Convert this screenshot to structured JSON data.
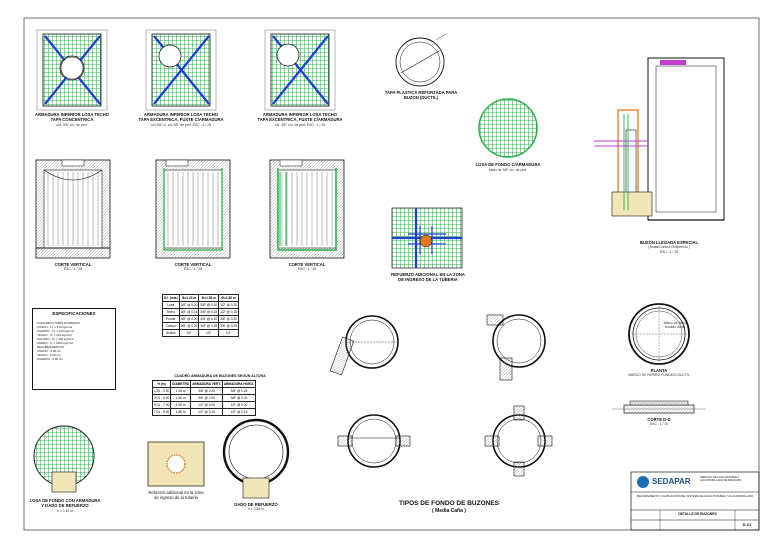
{
  "top_slabs": [
    {
      "title": "ARMADURA INFERIOR LOSA TECHO\nTAPA CONCENTRICA",
      "sub": "c/d. 3/8\" c/u. de prof."
    },
    {
      "title": "ARMADURA INFERIOR LOSA TECHO\nTAPA EXCENTRICA, FUSTE C/ARMADURA",
      "sub": "c/d 3/8\" c/. c/d 3/8\" de prof.\nESC.: 1 / 25"
    },
    {
      "title": "ARMADURA INFERIOR LOSA TECHO\nTAPA EXCENTRICA, FUSTE C/ARMADURA",
      "sub": "c/d. 3/8\" c/u. de prof.\nESC.: 1 / 25"
    }
  ],
  "tapa": {
    "title": "TAPA PLASTICA REFORZADA PARA BUZON (DUCTIL)"
  },
  "losa_fondo": {
    "title": "LOSA DE FONDO C/ARMADURA",
    "sub": "Malla de 3/8\" c/u. de prof."
  },
  "sections": [
    {
      "title": "CORTE VERTICAL",
      "sub": "ESC.: 1 / 25"
    },
    {
      "title": "CORTE VERTICAL",
      "sub": "ESC.: 1 / 25"
    },
    {
      "title": "CORTE VERTICAL",
      "sub": "ESC.: 1 / 25"
    }
  ],
  "refuerzo": {
    "title": "REFUERZO ADICIONAL EN LA ZONA\nDE INGRESO DE LA TUBERIA"
  },
  "buzon_especial": {
    "title": "BUZON LLEGADA ESPECIAL",
    "sub": "( Malla/Control Civilpernos )",
    "scale": "ESC.: 1 / 25"
  },
  "especificaciones": {
    "title": "ESPECIFICACIONES",
    "lines": [
      "CONCRETO SIMPLE/ARMADO",
      "FONDO :            f'c = 210 kg/cm2",
      "CUERPO :           f'c = 210 kg/cm2",
      "TECHO :            f'c = 210 kg/cm2",
      "SOLADO :           f'c = 100 kg/cm2",
      "ACERO :            fy = 4200 kg/cm2",
      "RECUBRIMIENTOS",
      "FONDO :            4.00 cm",
      "TECHO :            2.50 cm",
      "CUERPO :           4.00 cm"
    ]
  },
  "rebar_table": {
    "header": [
      "D.I. (mts)",
      "Φ=1.20 m",
      "Φ=1.50 m",
      "Φ=1.80 m"
    ],
    "rows": [
      [
        "Losa",
        "3/8\" @ 0.20",
        "3/8\" @ 0.20",
        "1/2\" @ 0.20"
      ],
      [
        "Techo",
        "3/8\" @ 0.15",
        "3/8\" @ 0.15",
        "1/2\" @ 0.15"
      ],
      [
        "Fondo",
        "3/8\" @ 0.20",
        "3/8\" @ 0.20",
        "3/8\" @ 0.20"
      ],
      [
        "Cuerpo",
        "3/8\" @ 0.25",
        "3/8\" @ 0.25",
        "3/8\" @ 0.25"
      ],
      [
        "Anillos",
        "1/2\"",
        "1/2\"",
        "1/2\""
      ]
    ]
  },
  "depth_table": {
    "title": "CUADRO ARMADURA DE BUZONES SEGUN ALTURA",
    "header": [
      "H (m)",
      "DIAMETRO",
      "ARMADURA VERT.",
      "ARMADURA HORIZ."
    ],
    "rows": [
      [
        "1.20 - 3.00",
        "1.20 m",
        "3/8\" @ 0.25",
        "3/8\" @ 0.25"
      ],
      [
        "3.01 - 5.00",
        "1.50 m",
        "3/8\" @ 0.20",
        "3/8\" @ 0.20"
      ],
      [
        "5.01 - 7.00",
        "1.50 m",
        "1/2\" @ 0.20",
        "1/2\" @ 0.20"
      ],
      [
        "7.01 - 9.00",
        "1.80 m",
        "1/2\" @ 0.15",
        "1/2\" @ 0.15"
      ]
    ]
  },
  "planta": {
    "title": "PLANTA",
    "sub": "MARCO DE FIERRO FUNDIDO DUCTIL",
    "note": "Marco de fierro fundido ductil"
  },
  "corte_dd": {
    "title": "CORTE D-D",
    "sub": "ESC.: 1 / 10"
  },
  "bottom_details": [
    {
      "title": "LOSA DE FONDO CON ARMADURA\nY DADO DE REFUERZO",
      "sub": "h = 0.15 m"
    },
    {
      "title": "Refuerzo adicional en la zona\nde ingreso de la tuberia",
      "sub": ""
    },
    {
      "title": "DADO DE REFUERZO",
      "sub": "h = 0.15 m"
    }
  ],
  "tipos": {
    "title": "TIPOS DE FONDO DE BUZONES",
    "sub": "( Media Caña )"
  },
  "title_block": {
    "company": "SEDAPAR",
    "company_sub": "SERVICIO DE AGUA POTABLE Y ALCANTARILLADO DE AREQUIPA",
    "project": "MEJORAMIENTO Y AMPLIACION DEL SISTEMA DE AGUA POTABLE Y ALCANTARILLADO",
    "sheet_title": "DETALLE DE BUZONES",
    "sheet_code": "D-01"
  },
  "colors": {
    "rebar": "#2bb24c",
    "cross": "#1a3fd1",
    "pipe": "#e07b1a",
    "line": "#111111",
    "accent": "#c23bd3"
  }
}
